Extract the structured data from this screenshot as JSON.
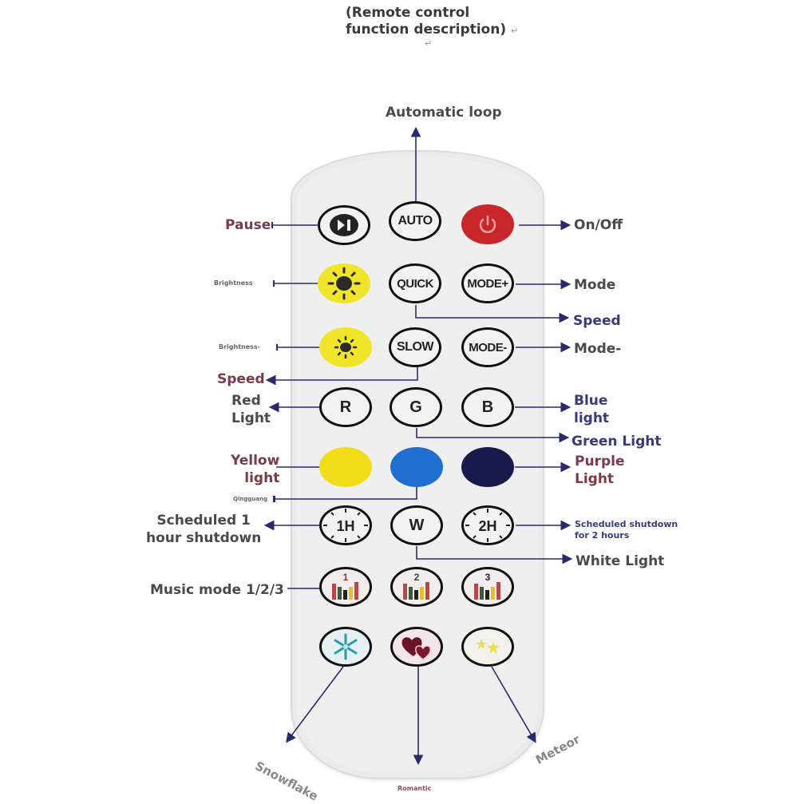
{
  "title": {
    "line1": "(Remote control",
    "line2": "function description)"
  },
  "remote": {
    "rows": [
      {
        "buttons": [
          {
            "name": "pause",
            "label": "",
            "icon": "play-pause-icon"
          },
          {
            "name": "auto",
            "label": "AUTO"
          },
          {
            "name": "power",
            "label": "",
            "icon": "power-icon"
          }
        ]
      },
      {
        "buttons": [
          {
            "name": "brightness-up",
            "label": "",
            "icon": "sun-large-icon"
          },
          {
            "name": "quick",
            "label": "QUICK"
          },
          {
            "name": "mode-plus",
            "label": "MODE+"
          }
        ]
      },
      {
        "buttons": [
          {
            "name": "brightness-down",
            "label": "",
            "icon": "sun-small-icon"
          },
          {
            "name": "slow",
            "label": "SLOW"
          },
          {
            "name": "mode-minus",
            "label": "MODE-"
          }
        ]
      },
      {
        "buttons": [
          {
            "name": "red",
            "label": "R"
          },
          {
            "name": "green",
            "label": "G"
          },
          {
            "name": "blue",
            "label": "B"
          }
        ]
      },
      {
        "buttons": [
          {
            "name": "yellow",
            "label": "",
            "color": "#f2dc1a"
          },
          {
            "name": "cyan",
            "label": "",
            "color": "#1e6fd0"
          },
          {
            "name": "purple",
            "label": "",
            "color": "#171a4a"
          }
        ]
      },
      {
        "buttons": [
          {
            "name": "timer-1h",
            "label": "1H",
            "icon": "clock-icon"
          },
          {
            "name": "white",
            "label": "W"
          },
          {
            "name": "timer-2h",
            "label": "2H",
            "icon": "clock-icon"
          }
        ]
      },
      {
        "buttons": [
          {
            "name": "music-1",
            "label": "1",
            "icon": "equalizer-icon"
          },
          {
            "name": "music-2",
            "label": "2",
            "icon": "equalizer-icon"
          },
          {
            "name": "music-3",
            "label": "3",
            "icon": "equalizer-icon"
          }
        ]
      },
      {
        "buttons": [
          {
            "name": "snowflake",
            "label": "",
            "icon": "snowflake-icon"
          },
          {
            "name": "romantic",
            "label": "",
            "icon": "hearts-icon"
          },
          {
            "name": "meteor",
            "label": "",
            "icon": "stars-icon"
          }
        ]
      }
    ]
  },
  "labels": {
    "automatic_loop": "Automatic loop",
    "pause": "Pause",
    "on_off": "On/Off",
    "brightness_up": "Brightness",
    "mode": "Mode",
    "speed_quick": "Speed",
    "brightness_down": "Brightness-",
    "mode_minus": "Mode-",
    "speed_slow": "Speed",
    "red_light_1": "Red",
    "red_light_2": "Light",
    "blue_light_1": "Blue",
    "blue_light_2": "light",
    "green_light": "Green Light",
    "yellow_light_1": "Yellow",
    "yellow_light_2": "light",
    "purple_light_1": "Purple",
    "purple_light_2": "Light",
    "qingguang": "Qingguang",
    "sched1_1": "Scheduled 1",
    "sched1_2": "hour shutdown",
    "sched2_1": "Scheduled shutdown",
    "sched2_2": "for 2 hours",
    "white_light": "White Light",
    "music_mode": "Music mode 1/2/3",
    "snowflake": "Snowflake",
    "romantic": "Romantic",
    "meteor": "Meteor"
  },
  "colors": {
    "arrow": "#2a2a6a",
    "power_red": "#c8262a",
    "brightness_yellow": "#f0e52a"
  }
}
